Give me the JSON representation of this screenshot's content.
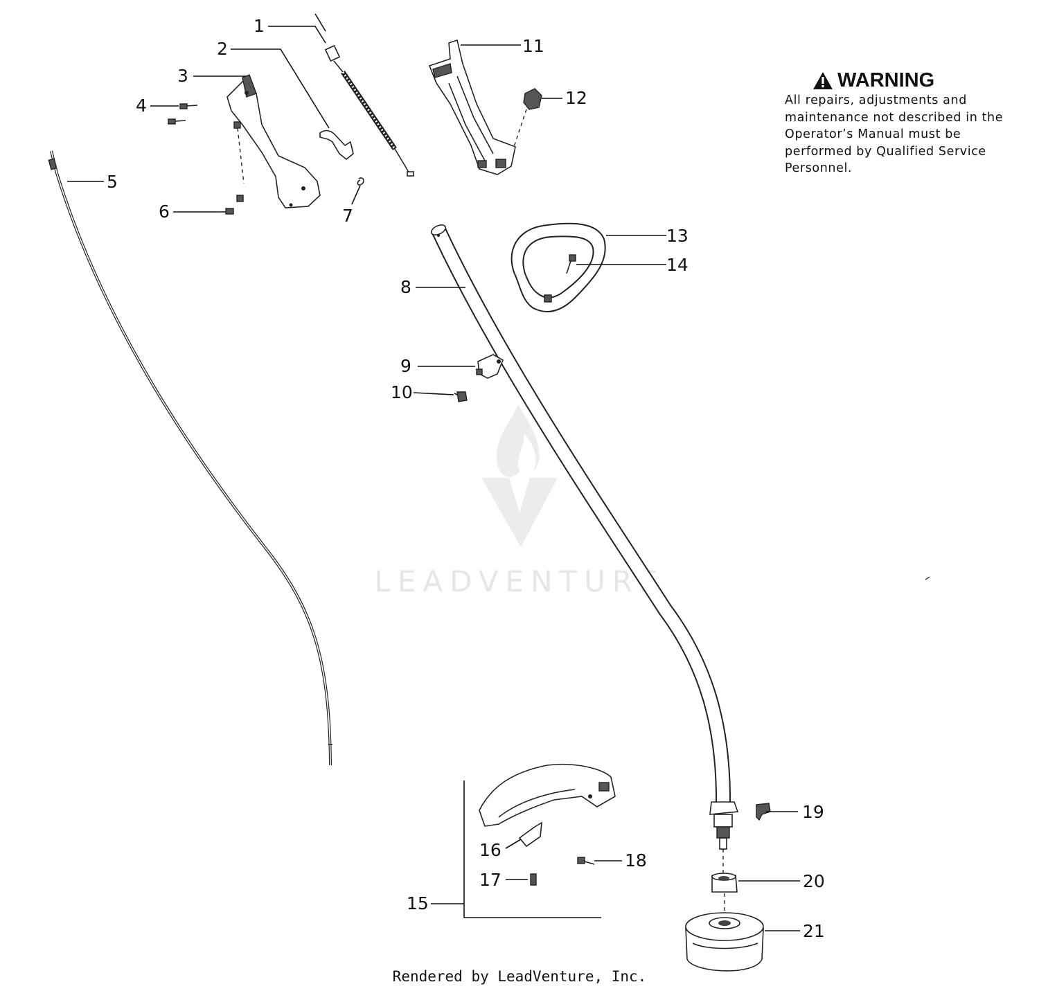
{
  "warning": {
    "title": "WARNING",
    "body": "All repairs, adjustments and maintenance not described in the Operator’s Manual must be performed by Qualified Service Personnel."
  },
  "watermark": "LEADVENTURE",
  "footer": "Rendered by LeadVenture, Inc.",
  "callouts": {
    "c1": "1",
    "c2": "2",
    "c3": "3",
    "c4": "4",
    "c5": "5",
    "c6": "6",
    "c7": "7",
    "c8": "8",
    "c9": "9",
    "c10": "10",
    "c11": "11",
    "c12": "12",
    "c13": "13",
    "c14": "14",
    "c15": "15",
    "c16": "16",
    "c17": "17",
    "c18": "18",
    "c19": "19",
    "c20": "20",
    "c21": "21"
  },
  "icons": {
    "warning": "warning-triangle-icon",
    "watermark_logo": "leadventure-flame-logo"
  }
}
